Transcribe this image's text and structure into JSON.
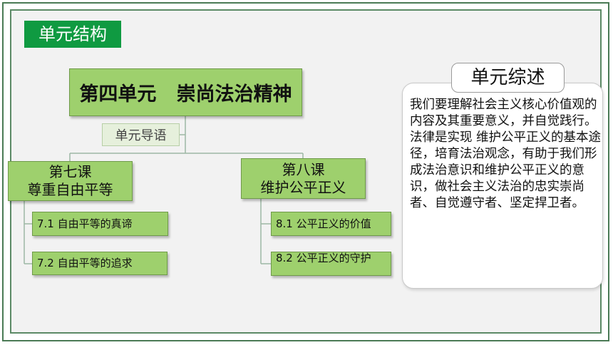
{
  "header": {
    "title": "单元结构"
  },
  "diagram": {
    "unit": "第四单元   崇尚法治精神",
    "guide": "单元导语",
    "lessons": [
      {
        "line1": "第七课",
        "line2": "尊重自由平等",
        "items": [
          "7.1 自由平等的真谛",
          "7.2 自由平等的追求"
        ]
      },
      {
        "line1": "第八课",
        "line2": "维护公平正义",
        "items": [
          "8.1 公平正义的价值",
          "8.2 公平正义的守护"
        ]
      }
    ]
  },
  "summary": {
    "title": "单元综述",
    "paragraphs": [
      "我们要理解社会主义核心价值观的内容及其重要意义，并自觉践行。",
      "法律是实现 维护公平正义的基本途径，培育法治观念，有助于我们形成法治意识和维护公平正义的意识，做社会主义法治的忠实崇尚者、自觉遵守者、坚定捍卫者。"
    ]
  }
}
